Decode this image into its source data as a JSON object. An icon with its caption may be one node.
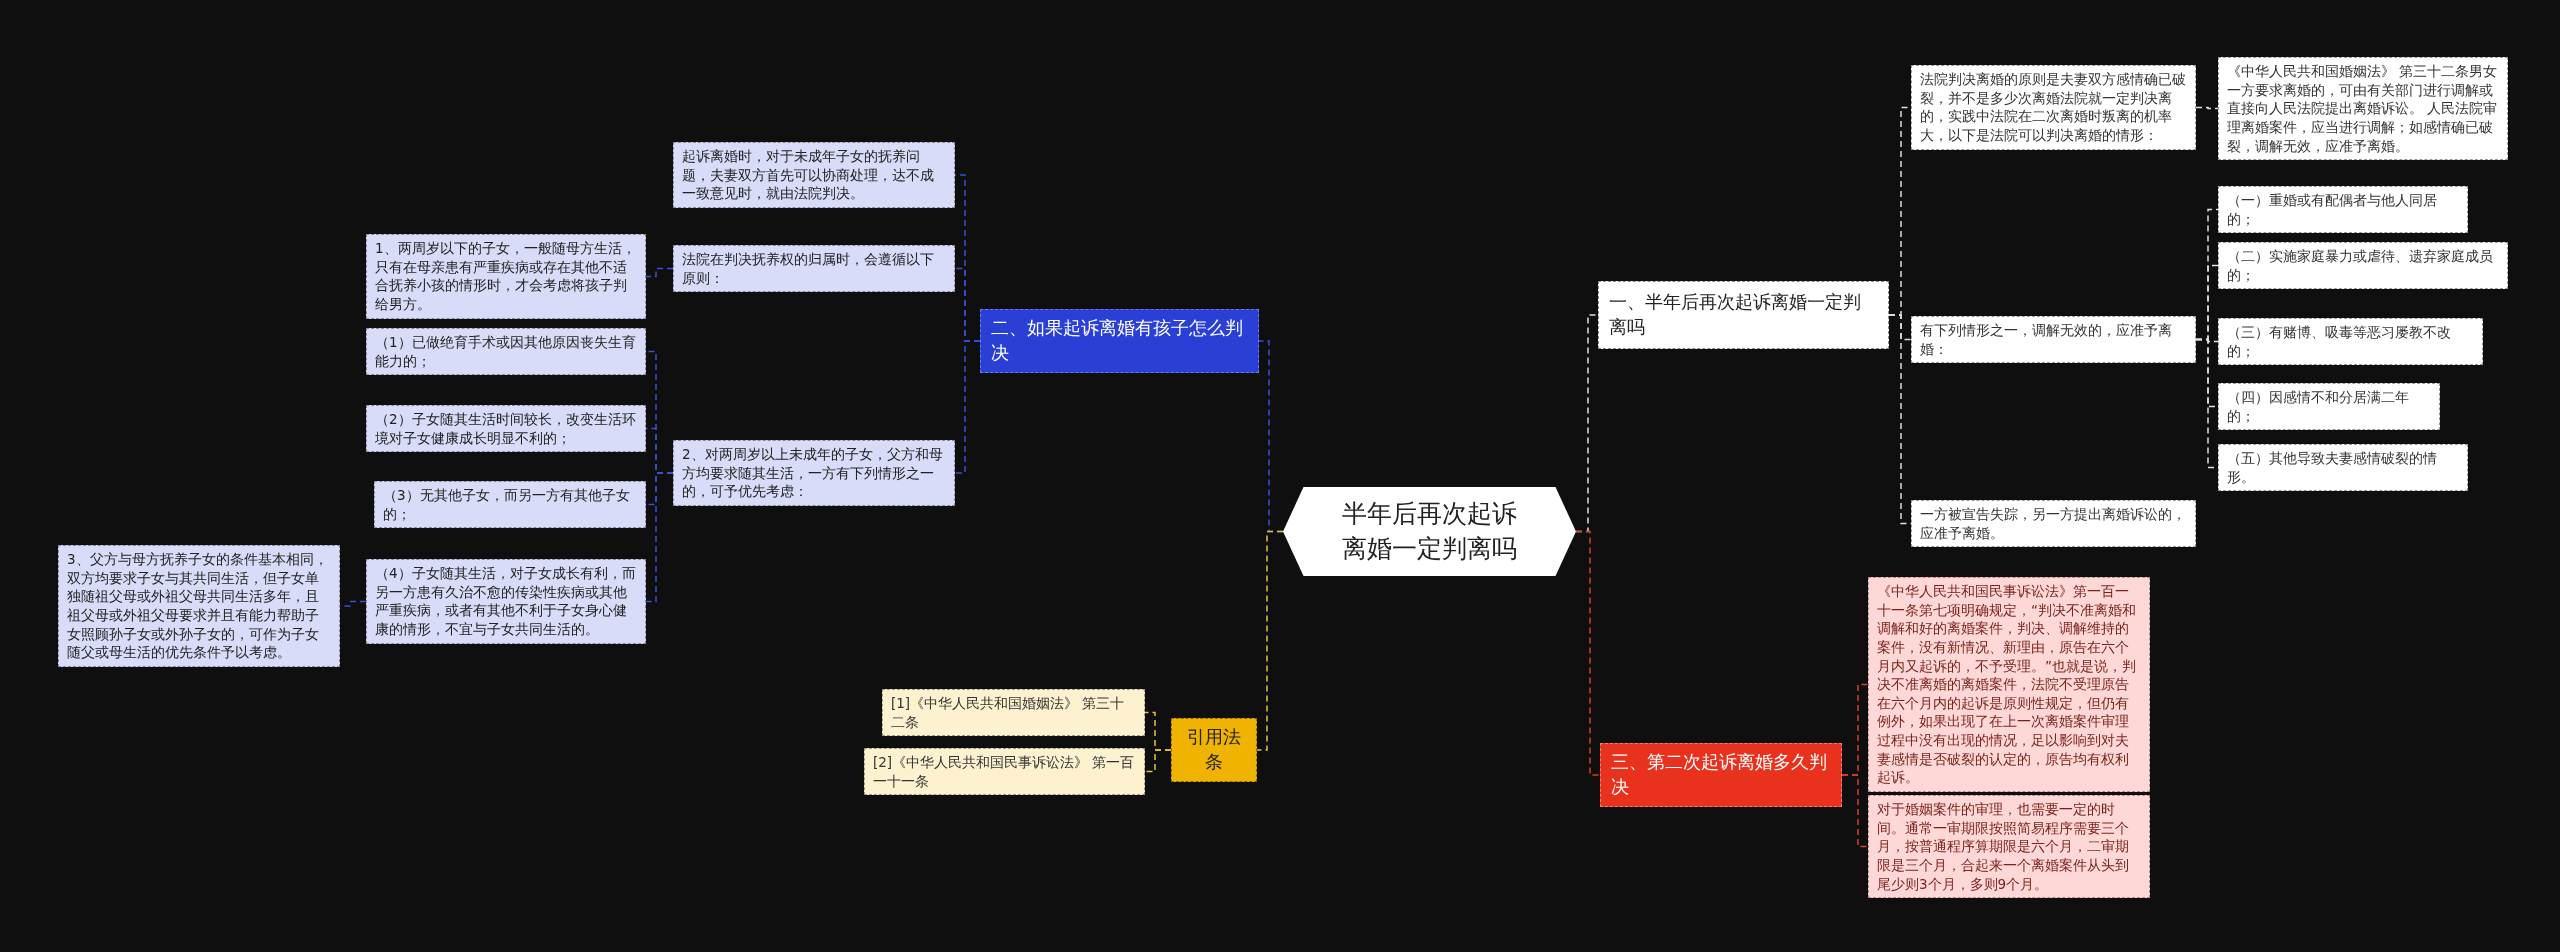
{
  "diagram": {
    "nodes": [
      {
        "text": [
          "半年后再次起诉离婚一定判离吗"
        ]
      },
      {
        "text": [
          "一、半年后再次起诉离婚一定判离吗"
        ]
      },
      {
        "text": [
          "法院判决离婚的原则是夫妻双方感情确已破裂，并不是多少次离婚法院就一定判决离的，实践中法院在二次离婚时叛离的机率大，以下是法院可以判决离婚的情形："
        ]
      },
      {
        "text": [
          "《中华人民共和国婚姻法》 第三十二条男女一方要求离婚的，可由有关部门进行调解或直接向人民法院提出离婚诉讼。 人民法院审理离婚案件，应当进行调解；如感情确已破裂，调解无效，应准予离婚。"
        ]
      },
      {
        "text": [
          "有下列情形之一，调解无效的，应准予离婚："
        ]
      },
      {
        "text": [
          "（一）重婚或有配偶者与他人同居的；"
        ]
      },
      {
        "text": [
          "（二）实施家庭暴力或虐待、遗弃家庭成员的；"
        ]
      },
      {
        "text": [
          "（三）有赌博、吸毒等恶习屡教不改的；"
        ]
      },
      {
        "text": [
          "（四）因感情不和分居满二年的；"
        ]
      },
      {
        "text": [
          "（五）其他导致夫妻感情破裂的情形。"
        ]
      },
      {
        "text": [
          "一方被宣告失踪，另一方提出离婚诉讼的，应准予离婚。"
        ]
      },
      {
        "text": [
          "二、如果起诉离婚有孩子怎么判决"
        ]
      },
      {
        "text": [
          "起诉离婚时，对于未成年子女的抚养问题，夫妻双方首先可以协商处理，达不成一致意见时，就由法院判决。"
        ]
      },
      {
        "text": [
          "法院在判决抚养权的归属时，会遵循以下原则："
        ]
      },
      {
        "text": [
          "1、两周岁以下的子女，一般随母方生活，只有在母亲患有严重疾病或存在其他不适合抚养小孩的情形时，才会考虑将孩子判给男方。"
        ]
      },
      {
        "text": [
          "2、对两周岁以上未成年的子女，父方和母方均要求随其生活，一方有下列情形之一的，可予优先考虑："
        ]
      },
      {
        "text": [
          "（1）已做绝育手术或因其他原因丧失生育能力的；"
        ]
      },
      {
        "text": [
          "（2）子女随其生活时间较长，改变生活环境对子女健康成长明显不利的；"
        ]
      },
      {
        "text": [
          "（3）无其他子女，而另一方有其他子女的；"
        ]
      },
      {
        "text": [
          "（4）子女随其生活，对子女成长有利，而另一方患有久治不愈的传染性疾病或其他严重疾病，或者有其他不利于子女身心健康的情形，不宜与子女共同生活的。"
        ]
      },
      {
        "text": [
          "3、父方与母方抚养子女的条件基本相同，双方均要求子女与其共同生活，但子女单独随祖父母或外祖父母共同生活多年，且祖父母或外祖父母要求并且有能力帮助子女照顾孙子女或外孙子女的，可作为子女随父或母生活的优先条件予以考虑。"
        ]
      },
      {
        "text": [
          "三、第二次起诉离婚多久判决"
        ]
      },
      {
        "text": [
          "《中华人民共和国民事诉讼法》第一百一十一条第七项明确规定，“判决不准离婚和调解和好的离婚案件，判决、调解维持的案件，没有新情况、新理由，原告在六个月内又起诉的，不予受理。”也就是说，判决不准离婚的离婚案件，法院不受理原告在六个月内的起诉是原则性规定，但仍有例外，如果出现了在上一次离婚案件审理过程中没有出现的情况，足以影响到对夫妻感情是否破裂的认定的，原告均有权利起诉。"
        ]
      },
      {
        "text": [
          "对于婚姻案件的审理，也需要一定的时间。通常一审期限按照简易程序需要三个月，按普通程序算期限是六个月，二审期限是三个月，合起来一个离婚案件从头到尾少则3个月，多则9个月。"
        ]
      },
      {
        "text": [
          "引用法条"
        ]
      },
      {
        "text": [
          "[1]《中华人民共和国婚姻法》 第三十二条"
        ]
      },
      {
        "text": [
          "[2]《中华人民共和国民事诉讼法》 第一百一十一条"
        ]
      }
    ],
    "edges": [
      {
        "from": 0,
        "to": 1,
        "arrow": "none",
        "style": "dashed",
        "color": "#e0e0e0"
      },
      {
        "from": 1,
        "to": 2,
        "arrow": "none",
        "style": "dashed",
        "color": "#e0e0e0"
      },
      {
        "from": 2,
        "to": 3,
        "arrow": "none",
        "style": "dashed",
        "color": "#e0e0e0"
      },
      {
        "from": 1,
        "to": 4,
        "arrow": "none",
        "style": "dashed",
        "color": "#e0e0e0"
      },
      {
        "from": 4,
        "to": 5,
        "arrow": "none",
        "style": "dashed",
        "color": "#e0e0e0"
      },
      {
        "from": 4,
        "to": 6,
        "arrow": "none",
        "style": "dashed",
        "color": "#e0e0e0"
      },
      {
        "from": 4,
        "to": 7,
        "arrow": "none",
        "style": "dashed",
        "color": "#e0e0e0"
      },
      {
        "from": 4,
        "to": 8,
        "arrow": "none",
        "style": "dashed",
        "color": "#e0e0e0"
      },
      {
        "from": 4,
        "to": 9,
        "arrow": "none",
        "style": "dashed",
        "color": "#e0e0e0"
      },
      {
        "from": 1,
        "to": 10,
        "arrow": "none",
        "style": "dashed",
        "color": "#e0e0e0"
      },
      {
        "from": 0,
        "to": 11,
        "arrow": "none",
        "style": "dashed",
        "color": "#3b4fd8"
      },
      {
        "from": 11,
        "to": 12,
        "arrow": "none",
        "style": "dashed",
        "color": "#3b4fd8"
      },
      {
        "from": 11,
        "to": 13,
        "arrow": "none",
        "style": "dashed",
        "color": "#3b4fd8"
      },
      {
        "from": 13,
        "to": 14,
        "arrow": "none",
        "style": "dashed",
        "color": "#3b4fd8"
      },
      {
        "from": 11,
        "to": 15,
        "arrow": "none",
        "style": "dashed",
        "color": "#3b4fd8"
      },
      {
        "from": 15,
        "to": 16,
        "arrow": "none",
        "style": "dashed",
        "color": "#3b4fd8"
      },
      {
        "from": 15,
        "to": 17,
        "arrow": "none",
        "style": "dashed",
        "color": "#3b4fd8"
      },
      {
        "from": 15,
        "to": 18,
        "arrow": "none",
        "style": "dashed",
        "color": "#3b4fd8"
      },
      {
        "from": 15,
        "to": 19,
        "arrow": "none",
        "style": "dashed",
        "color": "#3b4fd8"
      },
      {
        "from": 19,
        "to": 20,
        "arrow": "none",
        "style": "dashed",
        "color": "#3b4fd8"
      },
      {
        "from": 0,
        "to": 21,
        "arrow": "none",
        "style": "dashed",
        "color": "#d8402e"
      },
      {
        "from": 21,
        "to": 22,
        "arrow": "none",
        "style": "dashed",
        "color": "#d8402e"
      },
      {
        "from": 21,
        "to": 23,
        "arrow": "none",
        "style": "dashed",
        "color": "#d8402e"
      },
      {
        "from": 0,
        "to": 24,
        "arrow": "none",
        "style": "dashed",
        "color": "#e8c33a"
      },
      {
        "from": 24,
        "to": 25,
        "arrow": "none",
        "style": "dashed",
        "color": "#e8c33a"
      },
      {
        "from": 24,
        "to": 26,
        "arrow": "none",
        "style": "dashed",
        "color": "#e8c33a"
      }
    ]
  }
}
